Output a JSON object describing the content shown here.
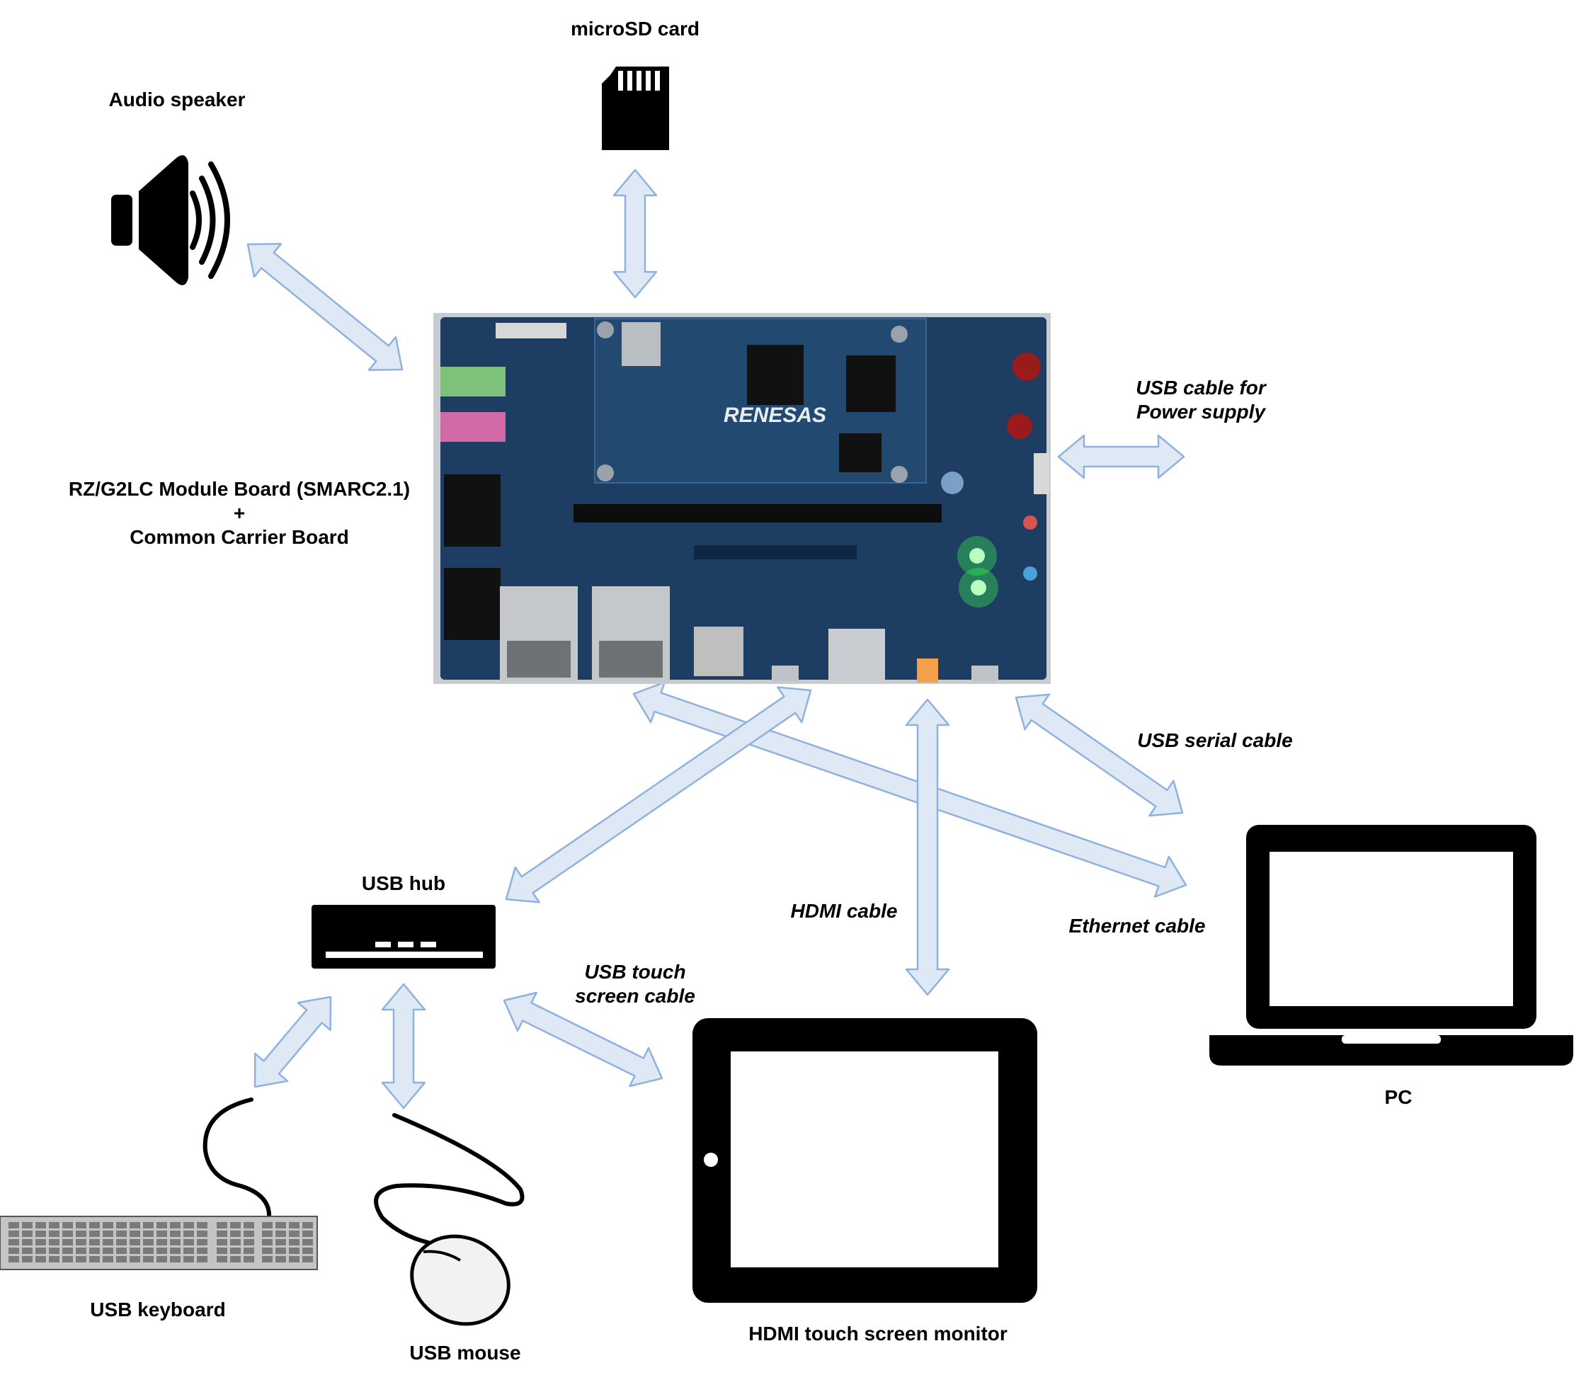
{
  "devices": {
    "microsd": {
      "label": "microSD card",
      "icon": "microsd-card-icon"
    },
    "speaker": {
      "label": "Audio speaker",
      "icon": "speaker-icon"
    },
    "board": {
      "label_line1": "RZ/G2LC Module Board (SMARC2.1)",
      "label_line2": "+",
      "label_line3": "Common Carrier Board",
      "brand": "RENESAS",
      "icon": "board-photo"
    },
    "usb_hub": {
      "label": "USB hub",
      "icon": "usb-hub-icon"
    },
    "monitor": {
      "label": "HDMI touch screen monitor",
      "icon": "tablet-monitor-icon"
    },
    "pc": {
      "label": "PC",
      "icon": "laptop-icon"
    },
    "keyboard": {
      "label": "USB keyboard",
      "icon": "keyboard-icon"
    },
    "mouse": {
      "label": "USB mouse",
      "icon": "mouse-icon"
    }
  },
  "connections": {
    "power": {
      "line1": "USB cable for",
      "line2": "Power supply"
    },
    "serial": {
      "label": "USB serial cable"
    },
    "hdmi": {
      "label": "HDMI cable"
    },
    "ethernet": {
      "label": "Ethernet cable"
    },
    "touch": {
      "line1": "USB touch",
      "line2": "screen cable"
    }
  },
  "colors": {
    "arrow_fill": "#dfe9f6",
    "arrow_stroke": "#8fb1de",
    "board_pcb": "#1d3d62",
    "led_green": "#3cff4a"
  }
}
